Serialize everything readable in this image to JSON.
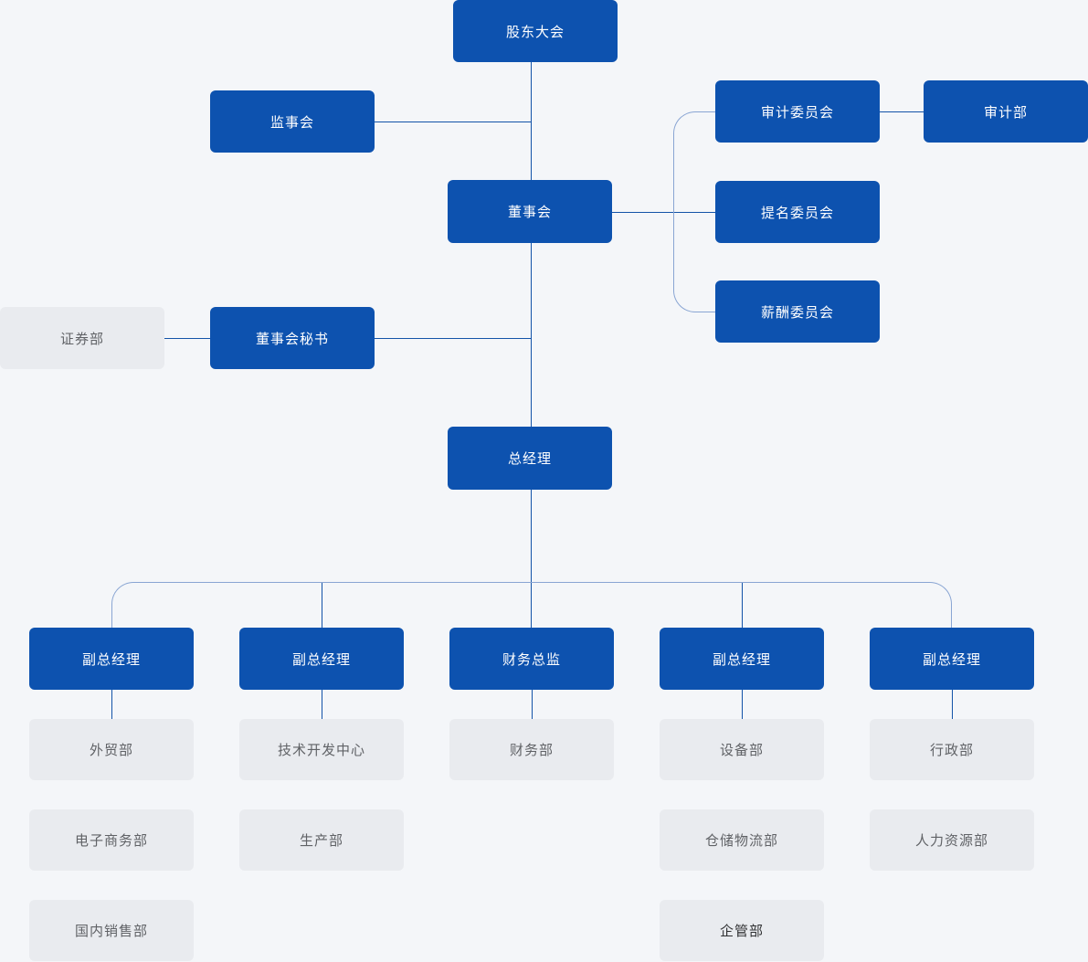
{
  "colors": {
    "background": "#f4f6f9",
    "node_primary": "#0d52af",
    "node_secondary": "#e9ebef",
    "text_on_primary": "#ffffff",
    "text_on_secondary": "#606266",
    "text_dark": "#303133",
    "line_dark": "#1353a8",
    "line_light": "#89a5d3"
  },
  "nodes": [
    {
      "id": "shareholders-meeting",
      "label": "股东大会",
      "variant": "primary",
      "reports_to": null
    },
    {
      "id": "supervisory-board",
      "label": "监事会",
      "variant": "primary",
      "reports_to": "shareholders-meeting"
    },
    {
      "id": "audit-committee",
      "label": "审计委员会",
      "variant": "primary",
      "reports_to": "board-of-directors"
    },
    {
      "id": "audit-department",
      "label": "审计部",
      "variant": "primary",
      "reports_to": "audit-committee"
    },
    {
      "id": "board-of-directors",
      "label": "董事会",
      "variant": "primary",
      "reports_to": "shareholders-meeting"
    },
    {
      "id": "nomination-committee",
      "label": "提名委员会",
      "variant": "primary",
      "reports_to": "board-of-directors"
    },
    {
      "id": "compensation-committee",
      "label": "薪酬委员会",
      "variant": "primary",
      "reports_to": "board-of-directors"
    },
    {
      "id": "securities-department",
      "label": "证券部",
      "variant": "secondary",
      "reports_to": "board-secretary"
    },
    {
      "id": "board-secretary",
      "label": "董事会秘书",
      "variant": "primary",
      "reports_to": "board-of-directors"
    },
    {
      "id": "general-manager",
      "label": "总经理",
      "variant": "primary",
      "reports_to": "board-of-directors"
    },
    {
      "id": "deputy-gm-1",
      "label": "副总经理",
      "variant": "primary",
      "reports_to": "general-manager"
    },
    {
      "id": "deputy-gm-2",
      "label": "副总经理",
      "variant": "primary",
      "reports_to": "general-manager"
    },
    {
      "id": "finance-director",
      "label": "财务总监",
      "variant": "primary",
      "reports_to": "general-manager"
    },
    {
      "id": "deputy-gm-3",
      "label": "副总经理",
      "variant": "primary",
      "reports_to": "general-manager"
    },
    {
      "id": "deputy-gm-4",
      "label": "副总经理",
      "variant": "primary",
      "reports_to": "general-manager"
    },
    {
      "id": "foreign-trade-dept",
      "label": "外贸部",
      "variant": "secondary",
      "reports_to": "deputy-gm-1"
    },
    {
      "id": "ecommerce-dept",
      "label": "电子商务部",
      "variant": "secondary",
      "reports_to": "deputy-gm-1"
    },
    {
      "id": "domestic-sales-dept",
      "label": "国内销售部",
      "variant": "secondary",
      "reports_to": "deputy-gm-1"
    },
    {
      "id": "tech-dev-center",
      "label": "技术开发中心",
      "variant": "secondary",
      "reports_to": "deputy-gm-2"
    },
    {
      "id": "production-dept",
      "label": "生产部",
      "variant": "secondary",
      "reports_to": "deputy-gm-2"
    },
    {
      "id": "finance-dept",
      "label": "财务部",
      "variant": "secondary",
      "reports_to": "finance-director"
    },
    {
      "id": "equipment-dept",
      "label": "设备部",
      "variant": "secondary",
      "reports_to": "deputy-gm-3"
    },
    {
      "id": "warehouse-logistics-dept",
      "label": "仓储物流部",
      "variant": "secondary",
      "reports_to": "deputy-gm-3"
    },
    {
      "id": "enterprise-mgmt-dept",
      "label": "企管部",
      "variant": "secondary",
      "reports_to": "deputy-gm-3"
    },
    {
      "id": "administration-dept",
      "label": "行政部",
      "variant": "secondary",
      "reports_to": "deputy-gm-4"
    },
    {
      "id": "hr-dept",
      "label": "人力资源部",
      "variant": "secondary",
      "reports_to": "deputy-gm-4"
    }
  ]
}
